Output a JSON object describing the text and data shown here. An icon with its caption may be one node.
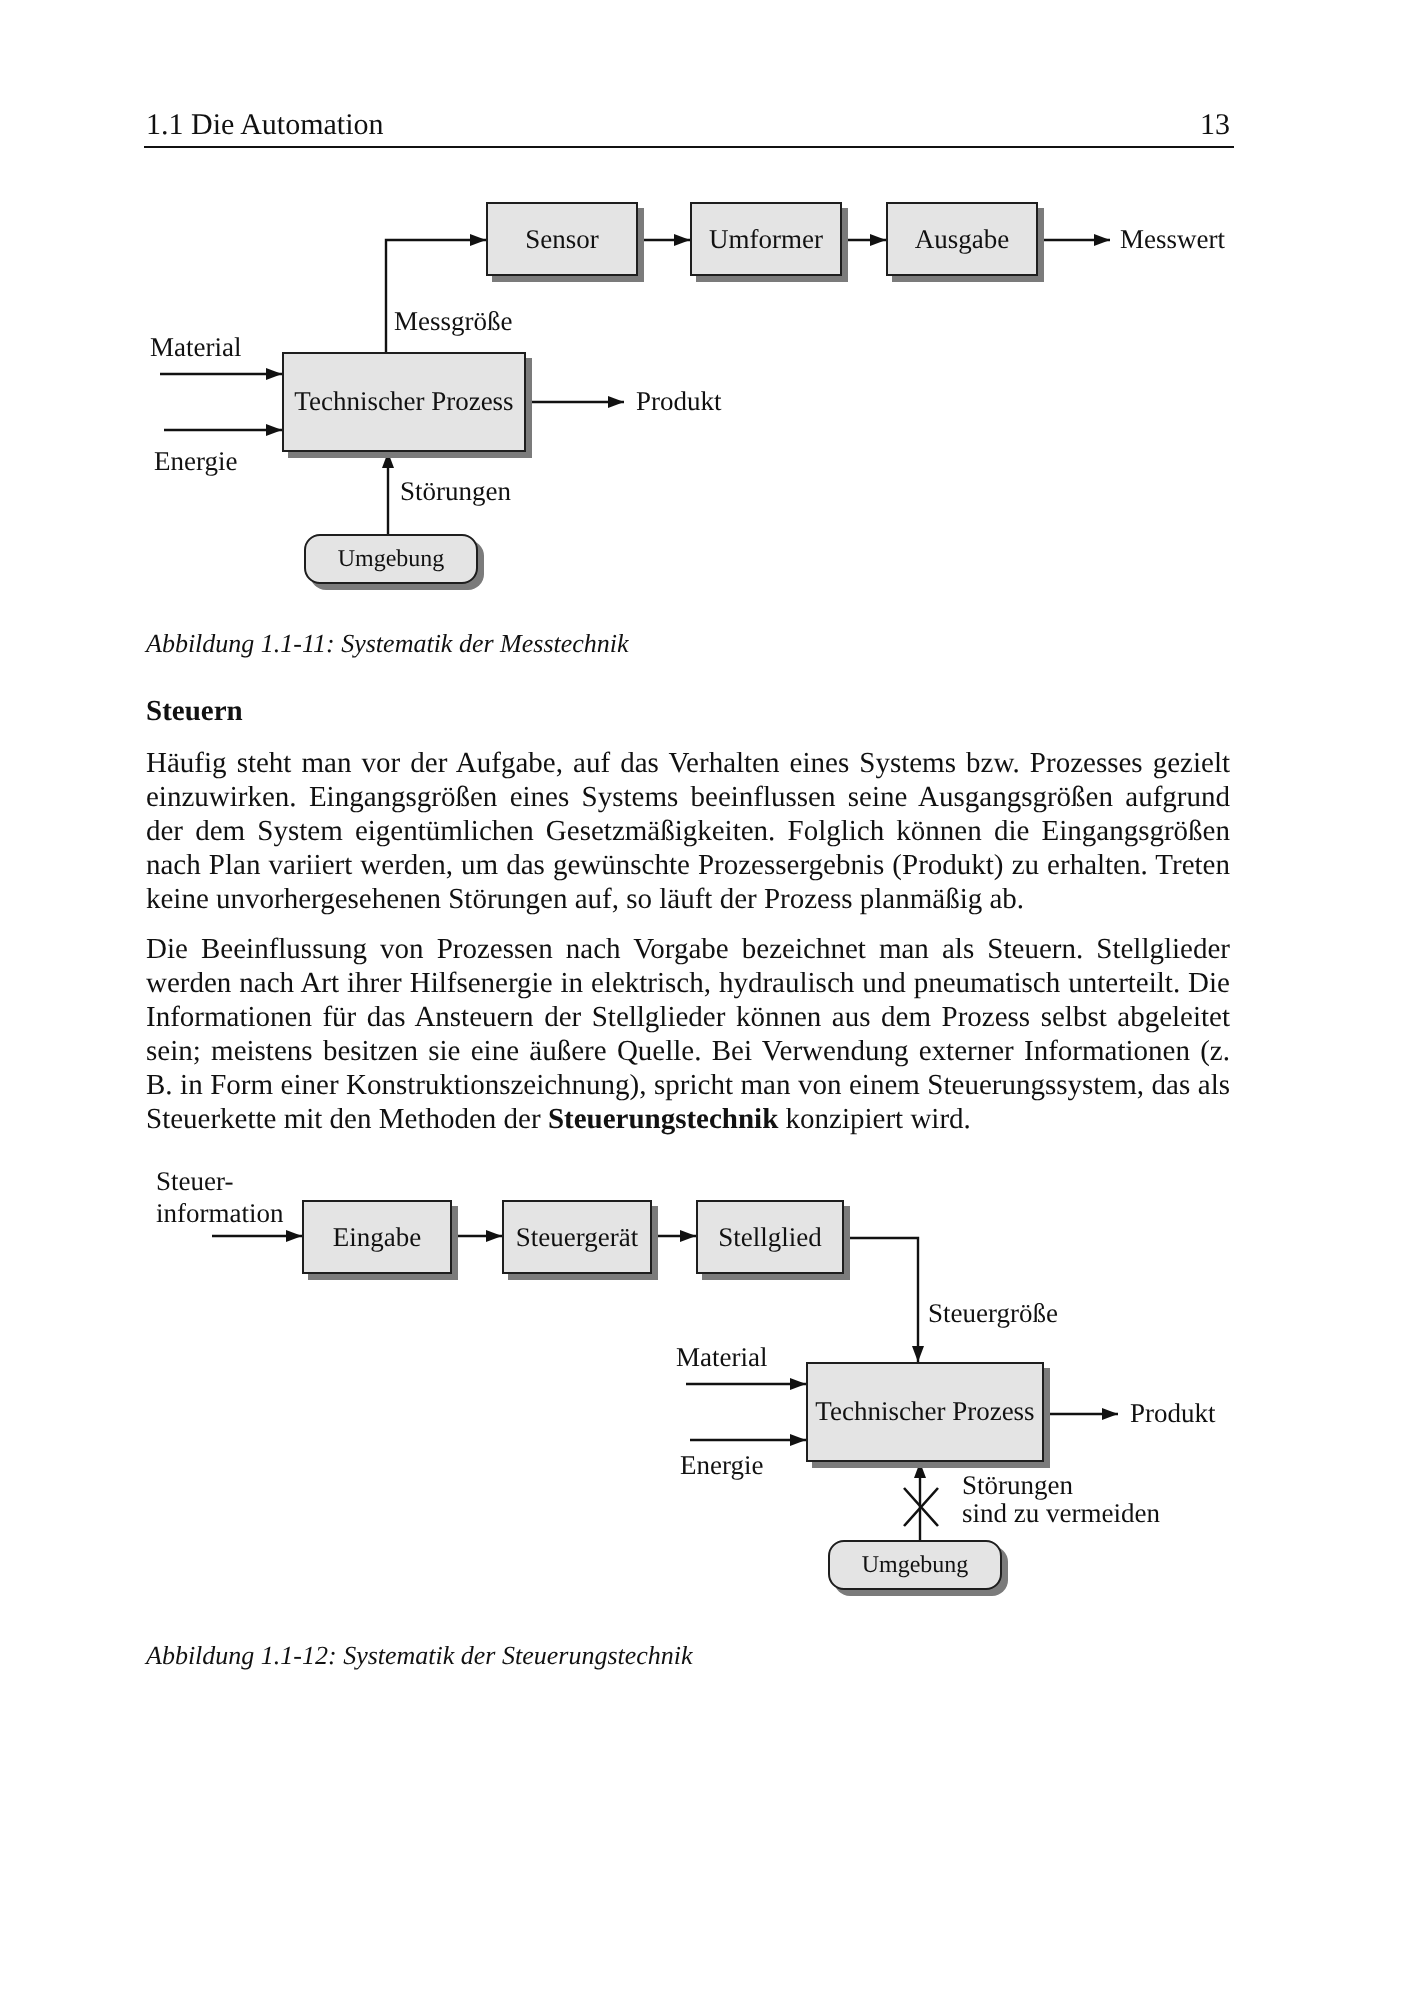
{
  "diagram": {
    "nodes": [
      {
        "text": [
          "Sensor"
        ]
      },
      {
        "text": [
          "Umformer"
        ]
      },
      {
        "text": [
          "Ausgabe"
        ]
      },
      {
        "text": [
          "Messwert"
        ]
      },
      {
        "text": [
          "Technischer Prozess"
        ]
      },
      {
        "text": [
          "Produkt"
        ]
      },
      {
        "text": [
          "Umgebung"
        ]
      },
      {
        "text": [
          "Eingabe"
        ]
      },
      {
        "text": [
          "Steuergerät"
        ]
      },
      {
        "text": [
          "Stellglied"
        ]
      },
      {
        "text": [
          "Technischer Prozess"
        ]
      },
      {
        "text": [
          "Produkt"
        ]
      },
      {
        "text": [
          "Umgebung"
        ]
      }
    ],
    "edges": [
      {
        "from": 4,
        "to": 0,
        "arrow": "to",
        "label": "Messgröße"
      },
      {
        "from": 0,
        "to": 1,
        "arrow": "to"
      },
      {
        "from": 1,
        "to": 2,
        "arrow": "to"
      },
      {
        "from": 2,
        "to": 3,
        "arrow": "to"
      },
      {
        "from": null,
        "to": 4,
        "arrow": "to",
        "label": "Material"
      },
      {
        "from": null,
        "to": 4,
        "arrow": "to",
        "label": "Energie"
      },
      {
        "from": 4,
        "to": 5,
        "arrow": "to"
      },
      {
        "from": 6,
        "to": 4,
        "arrow": "to",
        "label": "Störungen"
      },
      {
        "from": null,
        "to": 7,
        "arrow": "to",
        "label": "Steuer- information"
      },
      {
        "from": 7,
        "to": 8,
        "arrow": "to"
      },
      {
        "from": 8,
        "to": 9,
        "arrow": "to"
      },
      {
        "from": 9,
        "to": 10,
        "arrow": "to",
        "label": "Steuergröße"
      },
      {
        "from": null,
        "to": 10,
        "arrow": "to",
        "label": "Material"
      },
      {
        "from": null,
        "to": 10,
        "arrow": "to",
        "label": "Energie"
      },
      {
        "from": 10,
        "to": 11,
        "arrow": "to"
      },
      {
        "from": 12,
        "to": 10,
        "arrow": "to",
        "label": "Störungen sind zu vermeiden"
      }
    ],
    "labels": [
      "1.1 Die Automation",
      "13",
      "Abbildung 1.1-11: Systematik der Messtechnik",
      "Steuern",
      "Häufig steht man vor der Aufgabe, auf das Verhalten eines Systems bzw. Prozesses gezielt einzuwirken. Eingangsgrößen eines Systems beeinflussen seine Ausgangsgrößen aufgrund der dem System eigentümlichen Gesetzmäßigkeiten. Folglich können die Eingangsgrößen nach Plan variiert werden, um das gewünschte Prozessergebnis (Produkt) zu erhalten. Treten keine unvorhergesehenen Störungen auf, so läuft der Prozess planmäßig ab.",
      "Die Beeinflussung von Prozessen nach Vorgabe bezeichnet man als Steuern. Stellglieder werden nach Art ihrer Hilfsenergie in elektrisch, hydraulisch und pneumatisch unterteilt. Die Informationen für das Ansteuern der Stellglieder können aus dem Prozess selbst abgeleitet sein; meistens besitzen sie eine äußere Quelle. Bei Verwendung externer Informationen (z. B. in Form einer Konstruktionszeichnung), spricht man von einem Steuerungssystem, das als Steuerkette mit den Methoden der **Steuerungstechnik** konzipiert wird.",
      "Abbildung 1.1-12: Systematik der Steuerungstechnik"
    ]
  }
}
